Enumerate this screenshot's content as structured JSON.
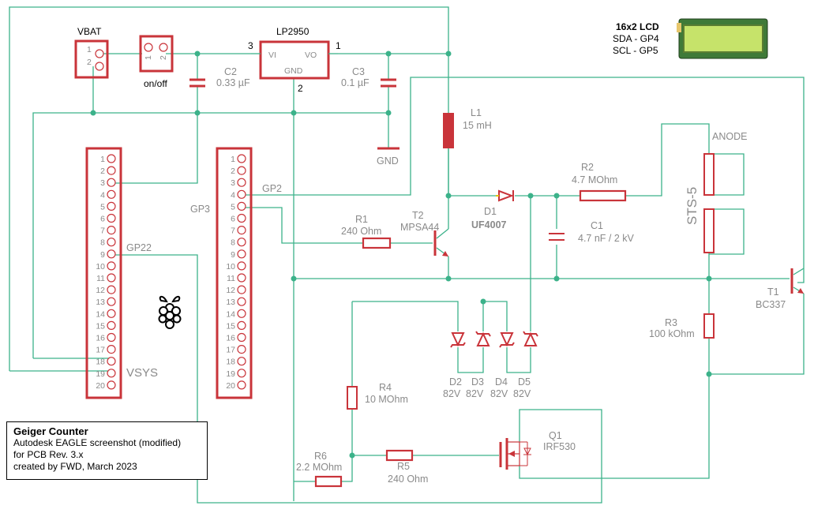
{
  "labels": {
    "vbat": "VBAT",
    "switch": "on/off",
    "regulator": "LP2950",
    "reg_vi": "VI",
    "reg_vo": "VO",
    "reg_gnd": "GND",
    "reg_pin3": "3",
    "reg_pin1": "1",
    "reg_pin2": "2",
    "conn_pin1": "1",
    "conn_pin2": "2",
    "sw_pin1": "1",
    "sw_pin2": "2",
    "c2": "C2",
    "c2_val": "0.33 µF",
    "c3": "C3",
    "c3_val": "0.1 µF",
    "gnd": "GND",
    "l1": "L1",
    "l1_val": "15 mH",
    "r2": "R2",
    "r2_val": "4.7 MOhm",
    "anode": "ANODE",
    "tube": "STS-5",
    "gp2": "GP2",
    "gp3": "GP3",
    "gp22": "GP22",
    "vsys": "VSYS",
    "r1": "R1",
    "r1_val": "240 Ohm",
    "t2": "T2",
    "t2_val": "MPSA44",
    "d1": "D1",
    "d1_val": "UF4007",
    "c1": "C1",
    "c1_val": "4.7 nF / 2 kV",
    "t1": "T1",
    "t1_val": "BC337",
    "r3": "R3",
    "r3_val": "100 kOhm",
    "d2": "D2",
    "d3": "D3",
    "d4": "D4",
    "d5": "D5",
    "zener_val": "82V",
    "r4": "R4",
    "r4_val": "10 MOhm",
    "q1": "Q1",
    "q1_val": "IRF530",
    "r6": "R6",
    "r6_val": "2.2 MOhm",
    "r5": "R5",
    "r5_val": "240 Ohm"
  },
  "header_pins": [
    "1",
    "2",
    "3",
    "4",
    "5",
    "6",
    "7",
    "8",
    "9",
    "10",
    "11",
    "12",
    "13",
    "14",
    "15",
    "16",
    "17",
    "18",
    "19",
    "20"
  ],
  "lcd": {
    "title": "16x2 LCD",
    "sda": "SDA - GP4",
    "scl": "SCL - GP5"
  },
  "legend": {
    "title": "Geiger Counter",
    "line1": "Autodesk EAGLE screenshot (modified)",
    "line2": "for PCB Rev. 3.x",
    "line3": "created by FWD, March 2023"
  },
  "colors": {
    "wire": "#3cb28a",
    "part": "#c9343a",
    "label": "#8a8a8a",
    "lcd_screen": "#c6e36a"
  }
}
